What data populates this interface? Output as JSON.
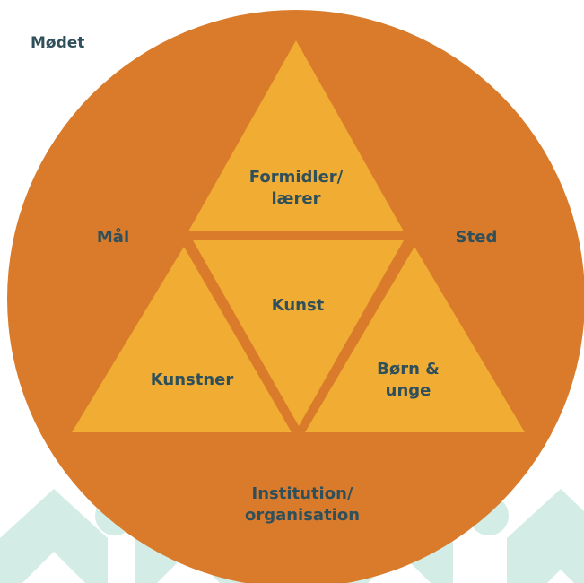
{
  "title": "Mødet",
  "colors": {
    "circle": "#d97b2b",
    "triangle": "#f0ac33",
    "text": "#2f4f5a",
    "deco": "#d3ede6"
  },
  "outer": {
    "left": "Mål",
    "right": "Sted",
    "bottom": "Institution/\norganisation"
  },
  "triangles": {
    "top": "Formidler/\nlærer",
    "center": "Kunst",
    "left": "Kunstner",
    "right": "Børn &\nunge"
  }
}
